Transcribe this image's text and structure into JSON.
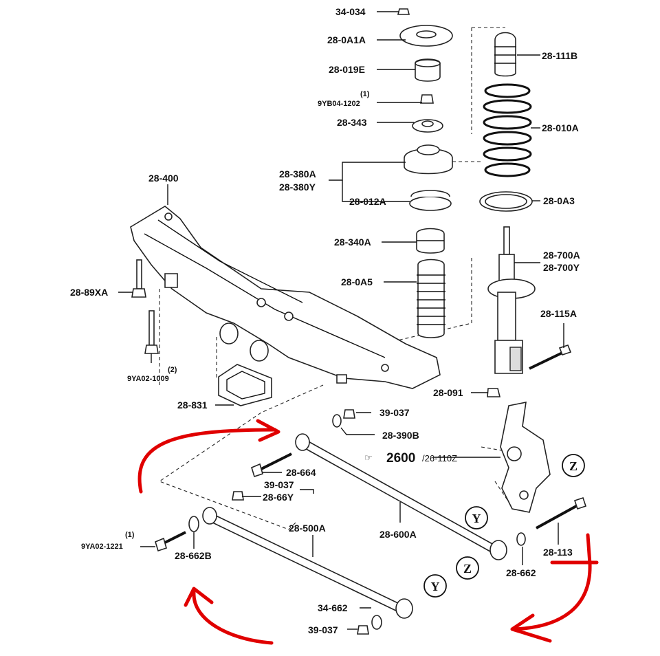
{
  "parts": {
    "p34034": "34-034",
    "p280A1A": "28-0A1A",
    "p28019E": "28-019E",
    "p9YB04_num": "(1)",
    "p9YB04": "9YB04-1202",
    "p28343": "28-343",
    "p28380A": "28-380A",
    "p28380Y": "28-380Y",
    "p28012A": "28-012A",
    "p28340A": "28-340A",
    "p280A5": "28-0A5",
    "p28111B": "28-111B",
    "p28010A": "28-010A",
    "p280A3": "28-0A3",
    "p28700A": "28-700A",
    "p28700Y": "28-700Y",
    "p28115A": "28-115A",
    "p28091": "28-091",
    "p28400": "28-400",
    "p2889XA": "28-89XA",
    "p9YA02_1009_num": "(2)",
    "p9YA02_1009": "9YA02-1009",
    "p28831": "28-831",
    "p39037a": "39-037",
    "p28390B": "28-390B",
    "p2600": "2600",
    "p26110Z": "/26-110Z",
    "p28664": "28-664",
    "p39037b": "39-037",
    "p2866Y": "28-66Y",
    "p28500A": "28-500A",
    "p28600A": "28-600A",
    "p9YA02_1221_num": "(1)",
    "p9YA02_1221": "9YA02-1221",
    "p28662B": "28-662B",
    "p28113": "28-113",
    "p28662": "28-662",
    "p34662": "34-662",
    "p39037c": "39-037"
  },
  "markers": {
    "z": "Z",
    "y": "Y"
  },
  "colors": {
    "annotation": "#e00000",
    "ink": "#111111"
  }
}
